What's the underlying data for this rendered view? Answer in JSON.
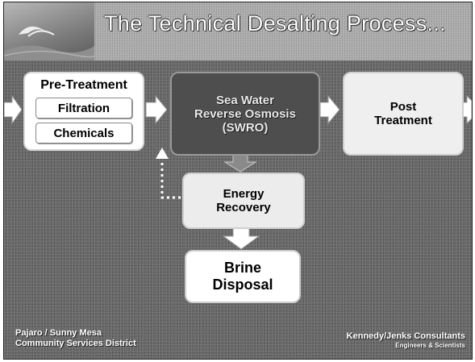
{
  "title": "The Technical Desalting Process...",
  "pre_treatment": {
    "label": "Pre-Treatment",
    "items": [
      "Filtration",
      "Chemicals"
    ]
  },
  "swro": {
    "lines": [
      "Sea Water",
      "Reverse Osmosis",
      "(SWRO)"
    ]
  },
  "post_treatment": {
    "lines": [
      "Post",
      "Treatment"
    ]
  },
  "energy_recovery": {
    "lines": [
      "Energy",
      "Recovery"
    ]
  },
  "brine_disposal": {
    "lines": [
      "Brine",
      "Disposal"
    ]
  },
  "footer": {
    "left_lines": [
      "Pajaro / Sunny Mesa",
      "Community Services District"
    ],
    "right_name": "Kennedy/Jenks Consultants",
    "right_sub": "Engineers & Scientists"
  },
  "colors": {
    "background": "#6a6a6a",
    "arrow": "#ffffff",
    "swro_box": "#4e4e4e",
    "post_box": "#efefef"
  },
  "icons": {
    "logo": "bird-logo-icon",
    "arrow": "right-arrow-icon"
  }
}
